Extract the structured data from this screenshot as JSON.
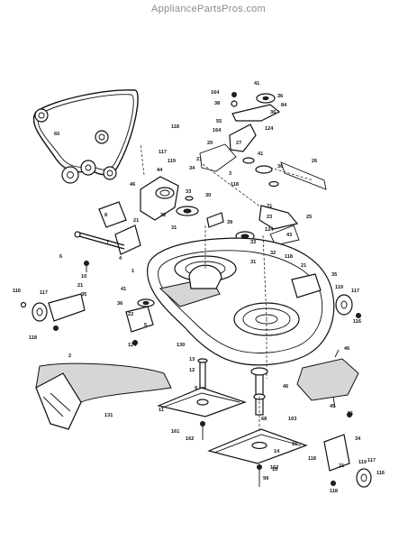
{
  "watermark": "AppliancePartsPros.com",
  "callouts": [
    {
      "id": "c41a",
      "text": "41"
    },
    {
      "id": "c164a",
      "text": "164"
    },
    {
      "id": "c38a",
      "text": "38"
    },
    {
      "id": "c36a",
      "text": "36"
    },
    {
      "id": "c84",
      "text": "84"
    },
    {
      "id": "c36b",
      "text": "36"
    },
    {
      "id": "c55",
      "text": "55"
    },
    {
      "id": "c164b",
      "text": "164"
    },
    {
      "id": "c124a",
      "text": "124"
    },
    {
      "id": "c118a",
      "text": "118"
    },
    {
      "id": "c117a",
      "text": "117"
    },
    {
      "id": "c119a",
      "text": "119"
    },
    {
      "id": "c20",
      "text": "20"
    },
    {
      "id": "c27",
      "text": "27"
    },
    {
      "id": "c41b",
      "text": "41"
    },
    {
      "id": "c36c",
      "text": "36"
    },
    {
      "id": "c21a",
      "text": "21"
    },
    {
      "id": "c34a",
      "text": "34"
    },
    {
      "id": "c3",
      "text": "3"
    },
    {
      "id": "c26",
      "text": "26"
    },
    {
      "id": "c60",
      "text": "60"
    },
    {
      "id": "c44",
      "text": "44"
    },
    {
      "id": "c46a",
      "text": "46"
    },
    {
      "id": "c33a",
      "text": "33"
    },
    {
      "id": "c32a",
      "text": "32"
    },
    {
      "id": "c30",
      "text": "30"
    },
    {
      "id": "c31a",
      "text": "31"
    },
    {
      "id": "c118b",
      "text": "118"
    },
    {
      "id": "c39",
      "text": "39"
    },
    {
      "id": "c21b",
      "text": "21"
    },
    {
      "id": "c23",
      "text": "23"
    },
    {
      "id": "c124b",
      "text": "124"
    },
    {
      "id": "c25",
      "text": "25"
    },
    {
      "id": "c43",
      "text": "43"
    },
    {
      "id": "c8",
      "text": "8"
    },
    {
      "id": "c21c",
      "text": "21"
    },
    {
      "id": "c6",
      "text": "6"
    },
    {
      "id": "c7",
      "text": "7"
    },
    {
      "id": "c4",
      "text": "4"
    },
    {
      "id": "c10",
      "text": "10"
    },
    {
      "id": "c33b",
      "text": "33"
    },
    {
      "id": "c32b",
      "text": "32"
    },
    {
      "id": "c31b",
      "text": "31"
    },
    {
      "id": "c118c",
      "text": "118"
    },
    {
      "id": "c21d",
      "text": "21"
    },
    {
      "id": "c35a",
      "text": "35"
    },
    {
      "id": "c1",
      "text": "1"
    },
    {
      "id": "c116a",
      "text": "116"
    },
    {
      "id": "c117b",
      "text": "117"
    },
    {
      "id": "c21e",
      "text": "21"
    },
    {
      "id": "c35b",
      "text": "35"
    },
    {
      "id": "c119b",
      "text": "119"
    },
    {
      "id": "c117c",
      "text": "117"
    },
    {
      "id": "c116b",
      "text": "116"
    },
    {
      "id": "c41c",
      "text": "41"
    },
    {
      "id": "c36d",
      "text": "36"
    },
    {
      "id": "c22",
      "text": "22"
    },
    {
      "id": "c5",
      "text": "5"
    },
    {
      "id": "c118d",
      "text": "118"
    },
    {
      "id": "c124c",
      "text": "124"
    },
    {
      "id": "c130",
      "text": "130"
    },
    {
      "id": "c2",
      "text": "2"
    },
    {
      "id": "c46b",
      "text": "46"
    },
    {
      "id": "c13",
      "text": "13"
    },
    {
      "id": "c12",
      "text": "12"
    },
    {
      "id": "c9",
      "text": "9"
    },
    {
      "id": "c131",
      "text": "131"
    },
    {
      "id": "c11",
      "text": "11"
    },
    {
      "id": "c161",
      "text": "161"
    },
    {
      "id": "c162a",
      "text": "162"
    },
    {
      "id": "c68",
      "text": "68"
    },
    {
      "id": "c163",
      "text": "163"
    },
    {
      "id": "c16",
      "text": "16"
    },
    {
      "id": "c14",
      "text": "14"
    },
    {
      "id": "c15",
      "text": "15"
    },
    {
      "id": "c162b",
      "text": "162"
    },
    {
      "id": "c99",
      "text": "99"
    },
    {
      "id": "c46c",
      "text": "46"
    },
    {
      "id": "c45",
      "text": "45"
    },
    {
      "id": "c21f",
      "text": "21"
    },
    {
      "id": "c34b",
      "text": "34"
    },
    {
      "id": "c118e",
      "text": "118"
    },
    {
      "id": "c119c",
      "text": "119"
    },
    {
      "id": "c117d",
      "text": "117"
    },
    {
      "id": "c116c",
      "text": "116"
    },
    {
      "id": "c21g",
      "text": "21"
    },
    {
      "id": "c118f",
      "text": "118"
    }
  ]
}
